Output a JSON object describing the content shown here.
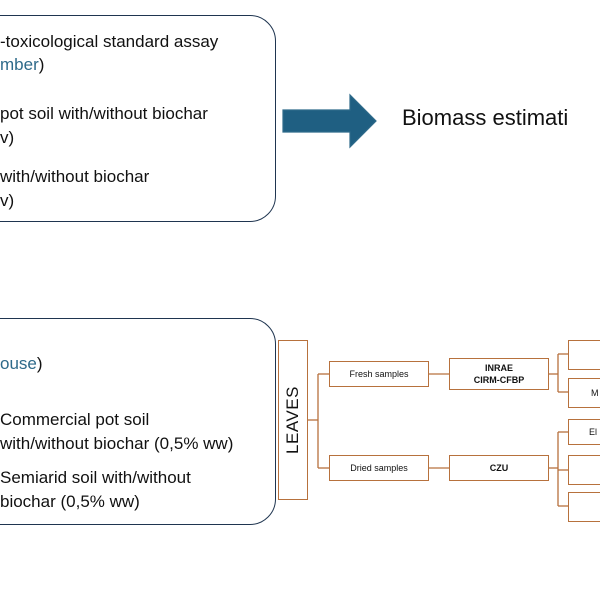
{
  "top_box": {
    "line1": "-toxicological standard assay",
    "line2_accent": "mber",
    "line2_close": ")",
    "line3": "pot soil with/without biochar",
    "line4": "v)",
    "line5": "with/without biochar",
    "line6": "v)"
  },
  "arrow_label": "Biomass estimati",
  "bottom_box": {
    "line1_accent": "ouse",
    "line1_close": ")",
    "line2": "Commercial pot soil",
    "line3": "with/without biochar (0,5% ww)",
    "line4": "Semiarid soil with/without",
    "line5": "biochar (0,5% ww)"
  },
  "leaves_label": "LEAVES",
  "fresh_samples": "Fresh samples",
  "dried_samples": "Dried samples",
  "inrae_line1": "INRAE",
  "inrae_line2": "CIRM-CFBP",
  "czu": "CZU",
  "right_partial_1": "M",
  "right_partial_2": "El",
  "colors": {
    "box_border": "#1f3550",
    "arrow": "#1f5f82",
    "accent_text": "#2e6a8a",
    "flow_border": "#b7713d"
  }
}
